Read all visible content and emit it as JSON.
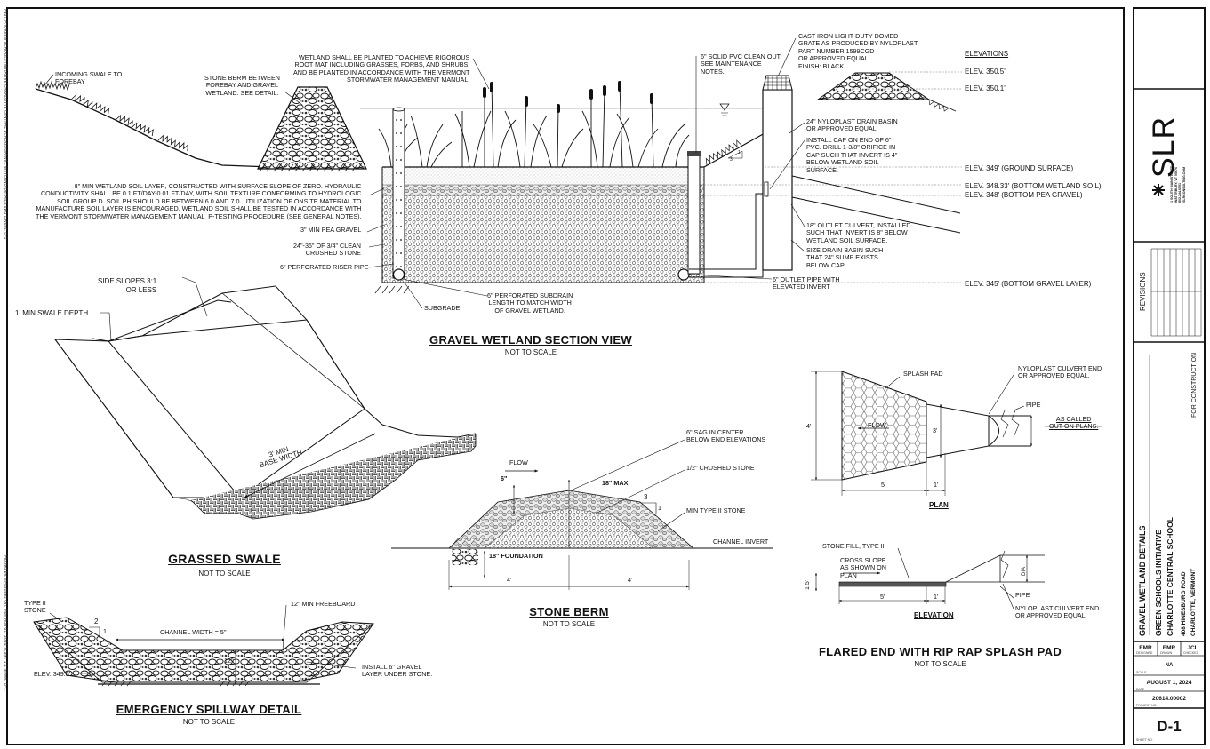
{
  "side_notes": {
    "left_top": "Path: P:\\GREEN SCHOOLS INITIATIVE\\CHARLOTTE CENTRAL SCHOOL\\GRAVEL WETLAND DETAILS.dwg  Layout: D-1",
    "left_bottom": "Plotted by: EMartinez   On: Mon Aug 01, 2024  Scale: 1:1   Sheet: D-1"
  },
  "wetland_section": {
    "title": "GRAVEL WETLAND SECTION VIEW",
    "scale": "NOT TO SCALE",
    "notes": {
      "incoming_swale": "INCOMING SWALE TO\nFOREBAY",
      "stone_berm": "STONE BERM BETWEEN\nFOREBAY AND GRAVEL\nWETLAND. SEE DETAIL.",
      "planting": "WETLAND SHALL BE PLANTED TO ACHIEVE RIGOROUS\nROOT MAT INCLUDING GRASSES, FORBS, AND SHRUBS,\nAND BE PLANTED IN ACCORDANCE WITH THE VERMONT\nSTORMWATER MANAGEMENT MANUAL.",
      "cleanout": "6\" SOLID PVC CLEAN OUT.\nSEE MAINTENANCE\nNOTES.",
      "grate": "CAST IRON LIGHT-DUTY DOMED\nGRATE AS PRODUCED BY NYLOPLAST\nPART NUMBER 1599CGD\nOR APPROVED EQUAL\nFINISH: BLACK",
      "drain_basin": "24\" NYLOPLAST DRAIN BASIN\nOR APPROVED EQUAL.",
      "cap": "INSTALL CAP ON END OF 6\"\nPVC. DRILL 1-3/8\" ORIFICE IN\nCAP SUCH THAT INVERT IS 4\"\nBELOW WETLAND SOIL\nSURFACE.",
      "soil_layer": "8\" MIN WETLAND SOIL LAYER, CONSTRUCTED WITH SURFACE SLOPE OF ZERO. HYDRAULIC\nCONDUCTIVITY SHALL BE 0.1 FT/DAY-0.01 FT/DAY, WITH SOIL TEXTURE CONFORMING TO HYDROLOGIC\nSOIL GROUP D. SOIL PH SHOULD BE BETWEEN 6.0 AND 7.0. UTILIZATION OF ONSITE MATERIAL TO\nMANUFACTURE SOIL LAYER IS ENCOURAGED. WETLAND SOIL SHALL BE TESTED IN ACCORDANCE WITH\nTHE VERMONT STORMWATER MANAGEMENT MANUAL  P-TESTING PROCEDURE (SEE GENERAL NOTES).",
      "pea_gravel": "3\" MIN PEA GRAVEL",
      "crushed_stone": "24\"-36\" OF 3/4\" CLEAN\nCRUSHED STONE",
      "riser": "6\" PERFORATED RISER PIPE",
      "subgrade": "SUBGRADE",
      "subdrain": "6\" PERFORATED SUBDRAIN\nLENGTH TO MATCH WIDTH\nOF GRAVEL WETLAND.",
      "outlet_pipe": "6\" OUTLET PIPE WITH\nELEVATED INVERT",
      "culvert": "18\" OUTLET CULVERT, INSTALLED\nSUCH THAT INVERT IS 8\" BELOW\nWETLAND SOIL SURFACE.",
      "sump": "SIZE DRAIN BASIN SUCH\nTHAT 24\" SUMP EXISTS\nBELOW CAP.",
      "slope_v": "1",
      "slope_h": "3"
    },
    "elevations_title": "ELEVATIONS",
    "elevations": [
      "ELEV. 350.5'",
      "ELEV. 350.1'",
      "ELEV. 349' (GROUND SURFACE)",
      "ELEV. 348.33' (BOTTOM WETLAND SOIL)",
      "ELEV. 348' (BOTTOM PEA GRAVEL)",
      "ELEV. 345' (BOTTOM GRAVEL LAYER)"
    ]
  },
  "swale": {
    "title": "GRASSED SWALE",
    "scale": "NOT TO SCALE",
    "side_slopes": "SIDE SLOPES 3:1\nOR LESS",
    "depth": "1' MIN SWALE DEPTH",
    "base": "3' MIN\nBASE WIDTH"
  },
  "stone_berm": {
    "title": "STONE BERM",
    "scale": "NOT TO SCALE",
    "sag": "6\" SAG IN CENTER\nBELOW END ELEVATIONS",
    "crushed": "1/2\" CRUSHED STONE",
    "type2": "MIN TYPE II STONE",
    "invert": "CHANNEL INVERT",
    "flow": "FLOW",
    "six": "6\"",
    "max": "18\" MAX",
    "foundation": "18\" FOUNDATION",
    "width_left": "4'",
    "width_right": "4'",
    "slope_h": "3",
    "slope_v": "1"
  },
  "spillway": {
    "title": "EMERGENCY SPILLWAY DETAIL",
    "scale": "NOT TO SCALE",
    "type2": "TYPE II\nSTONE",
    "freeboard": "12\" MIN FREEBOARD",
    "channel": "CHANNEL WIDTH = 5''",
    "twelve": "12\"",
    "elev": "ELEV. 349.5'",
    "gravel": "INSTALL 6\" GRAVEL\nLAYER UNDER STONE.",
    "slope_h": "2",
    "slope_v": "1"
  },
  "flared_end": {
    "title": "FLARED END WITH RIP RAP SPLASH PAD",
    "scale": "NOT TO SCALE",
    "plan_label": "PLAN",
    "elevation_label": "ELEVATION",
    "splash_pad": "SPLASH PAD",
    "culvert_end": "NYLOPLAST CULVERT END\nOR APPROVED EQUAL.",
    "pipe": "PIPE",
    "as_called": "AS CALLED\nOUT ON PLANS.",
    "flow": "FLOW",
    "dim_4": "4'",
    "dim_3": "3'",
    "dim_5": "5'",
    "dim_1": "1'",
    "stone_fill": "STONE FILL, TYPE II",
    "cross_slope": "CROSS SLOPE\nAS SHOWN ON\nPLAN",
    "pipe2": "PIPE",
    "culvert_end2": "NYLOPLAST CULVERT END\nOR APPROVED EQUAL",
    "dim_15": "1.5'",
    "dim_5b": "5'",
    "dim_1b": "1'",
    "dia": "DIA"
  },
  "title_block": {
    "logo": "SLR",
    "address": "1 SOUTH MAIN STREET\nWATERBURY, VT 05676\n802.244.6551\nSLRCONSULTING.COM",
    "revisions": "REVISIONS",
    "for_construction": "FOR CONSTRUCTION",
    "sheet_title": "GRAVEL WETLAND DETAILS",
    "project_1": "GREEN SCHOOLS INITIATIVE",
    "project_2": "CHARLOTTE CENTRAL SCHOOL",
    "address_1": "408 HINESBURG ROAD",
    "address_2": "CHARLOTTE, VERMONT",
    "designed": "EMR",
    "drawn": "EMR",
    "checked": "JCL",
    "designed_lbl": "DESIGNED",
    "drawn_lbl": "DRAWN",
    "checked_lbl": "CHECKED",
    "scale": "NA",
    "scale_lbl": "SCALE",
    "date": "AUGUST 1, 2024",
    "date_lbl": "DATE",
    "project_no": "20614.00002",
    "project_no_lbl": "PROJECT NO.",
    "sheet": "D-1",
    "sheet_lbl": "SHEET NO."
  }
}
